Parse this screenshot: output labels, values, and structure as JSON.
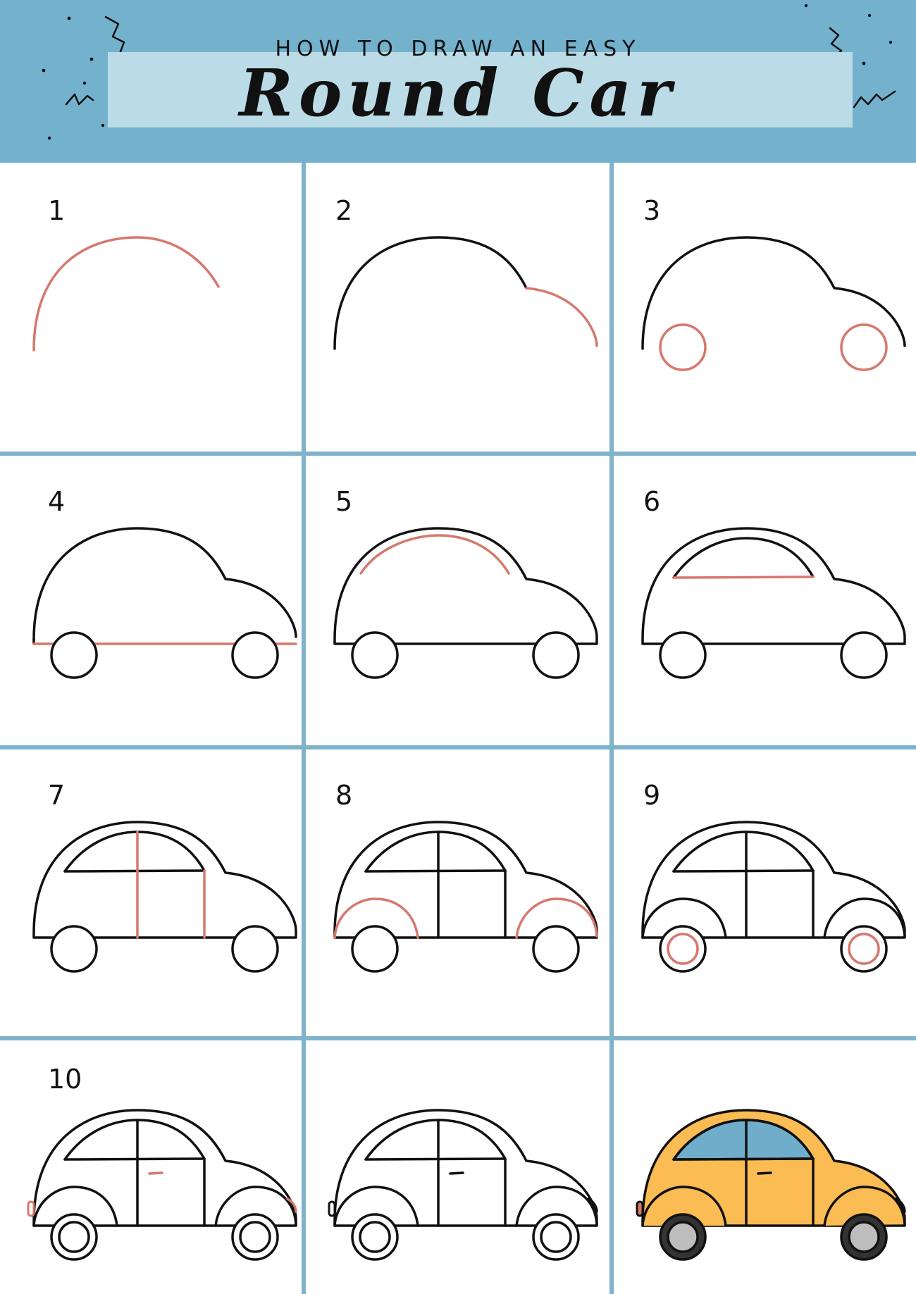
{
  "header": {
    "subtitle": "HOW TO DRAW AN EASY",
    "title": "Round Car"
  },
  "steps": [
    {
      "number": "1"
    },
    {
      "number": "2"
    },
    {
      "number": "3"
    },
    {
      "number": "4"
    },
    {
      "number": "5"
    },
    {
      "number": "6"
    },
    {
      "number": "7"
    },
    {
      "number": "8"
    },
    {
      "number": "9"
    },
    {
      "number": "10"
    },
    {
      "number": ""
    },
    {
      "number": ""
    }
  ],
  "colors": {
    "header_bg": "#74b1cd",
    "title_panel": "#bbdbe7",
    "grid_line": "#7fb3cc",
    "new_stroke": "#d6786d",
    "outline": "#111111",
    "body_fill": "#fbbc54",
    "window_fill": "#6fadcb",
    "tire_fill": "#bdbdbd"
  }
}
